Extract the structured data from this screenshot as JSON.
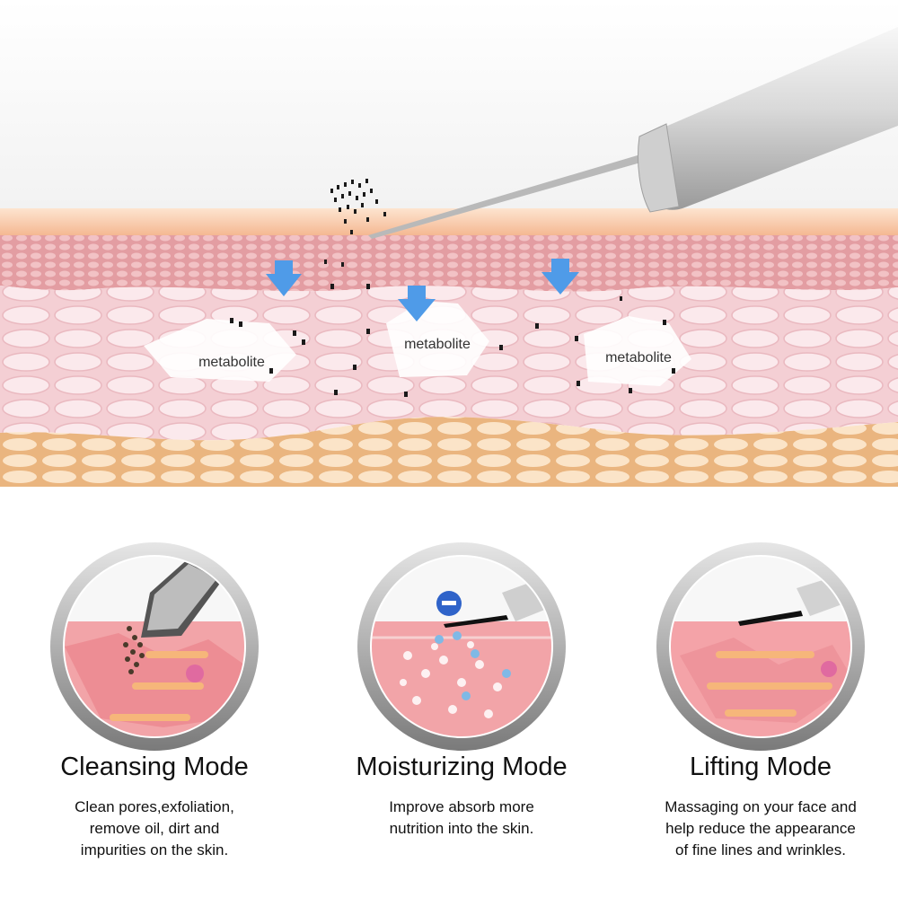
{
  "hero": {
    "labels": [
      "metabolite",
      "metabolite",
      "metabolite"
    ]
  },
  "modes": [
    {
      "title": "Cleansing Mode",
      "description": [
        "Clean pores,exfoliation,",
        "remove oil, dirt and",
        "impurities on the skin."
      ],
      "icon": "cleansing-blade-icon"
    },
    {
      "title": "Moisturizing Mode",
      "description": [
        "Improve absorb more",
        "nutrition into the skin."
      ],
      "icon": "minus-ion-icon"
    },
    {
      "title": "Lifting Mode",
      "description": [
        "Massaging on your face and",
        "help reduce the appearance",
        "of fine lines and wrinkles."
      ],
      "icon": "lifting-blade-icon"
    }
  ],
  "colors": {
    "skin_surface": "#f6c29a",
    "epidermis": "#e8a3a8",
    "dermis": "#f5d4d8",
    "fat": "#f3d2a8",
    "arrow": "#4f9be8",
    "ion_badge": "#2f63c9"
  }
}
